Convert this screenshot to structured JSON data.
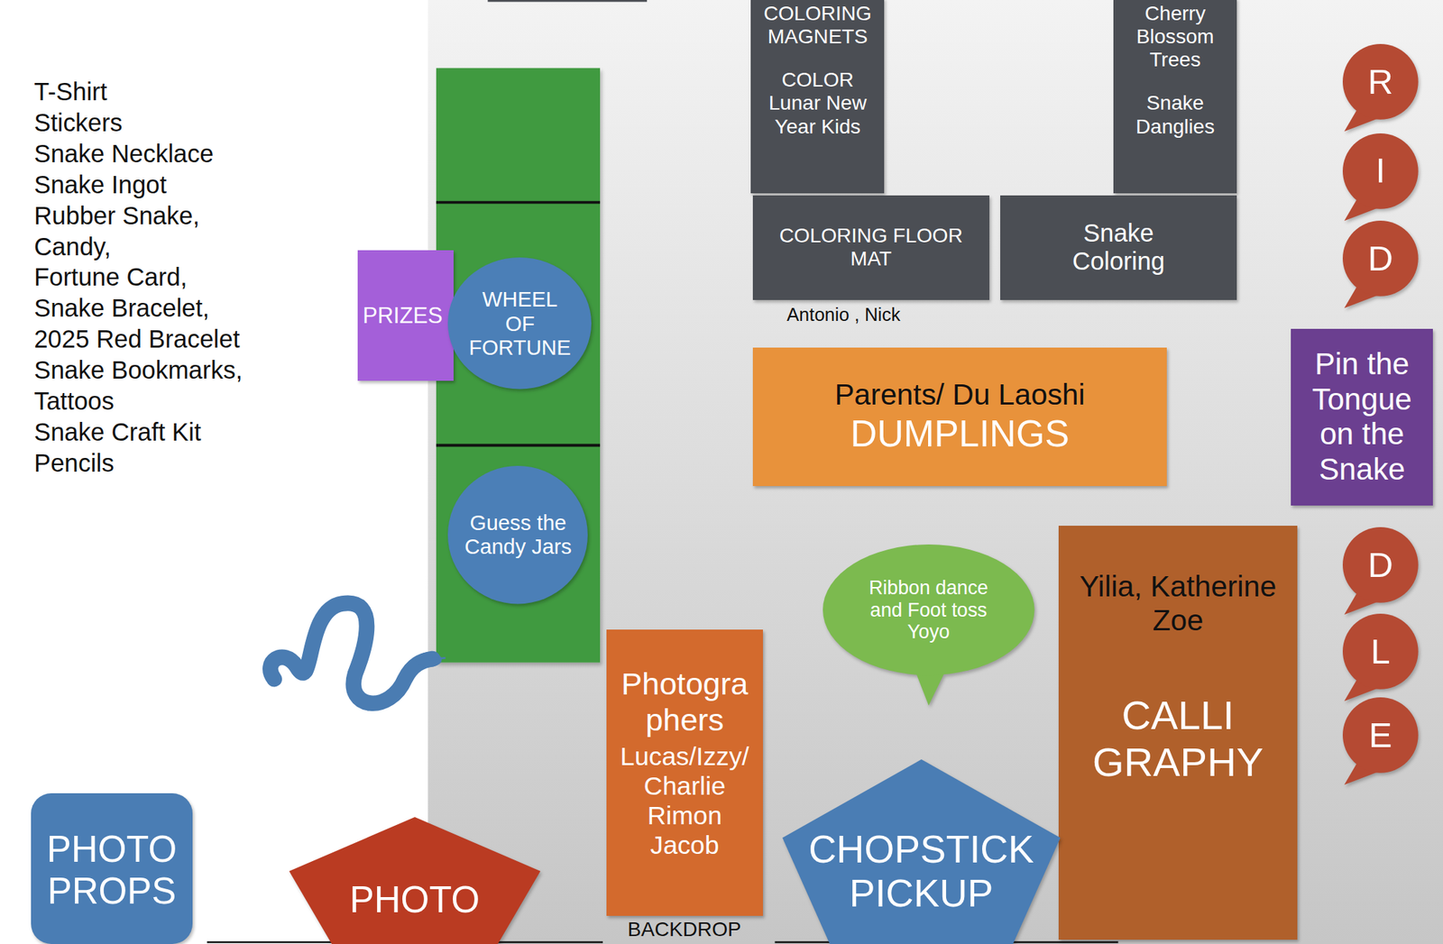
{
  "diagram": {
    "nodes": [
      {
        "text": [
          "COLORING MAGNETS",
          "COLOR Lunar New Year Kids"
        ]
      },
      {
        "text": [
          "Cherry Blossom Trees",
          "Snake Danglies"
        ]
      },
      {
        "text": [
          "R"
        ]
      },
      {
        "text": [
          "COLORING FLOOR MAT"
        ]
      },
      {
        "text": [
          "Snake Coloring"
        ]
      },
      {
        "text": [
          "I"
        ]
      },
      {
        "text": [
          "D"
        ]
      },
      {
        "text": [
          "PRIZES"
        ]
      },
      {
        "text": [
          "WHEEL OF FORTUNE"
        ]
      },
      {
        "text": [
          "Pin the Tongue on the Snake"
        ]
      },
      {
        "text": [
          "Parents/ Du Laoshi",
          "DUMPLINGS"
        ]
      },
      {
        "text": [
          "Guess the Candy Jars"
        ]
      },
      {
        "text": [
          "Yilia, Katherine Zoe",
          "CALLI GRAPHY"
        ]
      },
      {
        "text": [
          "D"
        ]
      },
      {
        "text": [
          "Ribbon dance and Foot toss Yoyo"
        ]
      },
      {
        "text": [
          "L"
        ]
      },
      {
        "text": [
          "Photogra phers",
          "Lucas/Izzy/ Charlie Rimon Jacob"
        ]
      },
      {
        "text": [
          "E"
        ]
      },
      {
        "text": [
          "PHOTO PROPS"
        ]
      },
      {
        "text": [
          "CHOPSTICK PICKUP"
        ]
      },
      {
        "text": [
          "PHOTO"
        ]
      }
    ],
    "labels": [
      "T-Shirt",
      "Stickers",
      "Snake Necklace",
      "Snake Ingot",
      "Rubber Snake,",
      "Candy,",
      "Fortune Card,",
      "Snake Bracelet,",
      "2025 Red Bracelet",
      "Snake Bookmarks,",
      "Tattoos",
      "Snake Craft Kit",
      "Pencils",
      "Antonio , Nick",
      "BACKDROP"
    ]
  }
}
